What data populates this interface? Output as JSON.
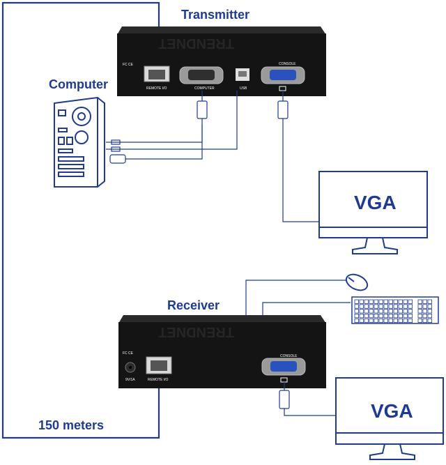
{
  "labels": {
    "transmitter": "Transmitter",
    "computer": "Computer",
    "receiver": "Receiver",
    "distance": "150 meters"
  },
  "transmitter_ports": {
    "remote_io": "REMOTE I/O",
    "computer": "COMPUTER",
    "usb": "USB",
    "console": "CONSOLE",
    "fcce": "FC CE"
  },
  "receiver_ports": {
    "remote_io": "REMOTE I/O",
    "console": "CONSOLE",
    "power": "9V/1A",
    "fcce": "FC CE"
  },
  "brand": "TRENDNET",
  "monitors": {
    "top": "VGA",
    "bottom": "VGA"
  },
  "colors": {
    "cable_blue": "#1f3a93",
    "device_black": "#141414",
    "vga_port_blue": "#2a52be"
  }
}
